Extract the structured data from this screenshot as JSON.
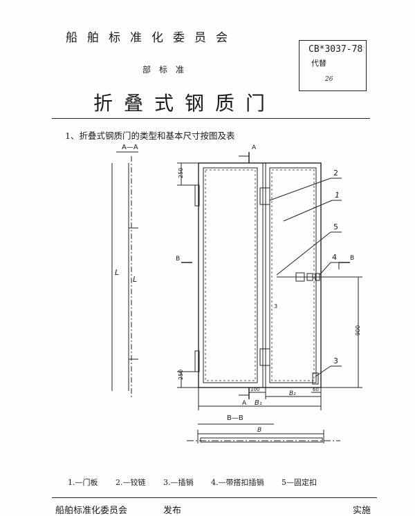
{
  "header": {
    "organization": "船舶标准化委员会",
    "standard_code": "CB*3037-78",
    "replaces": "代替",
    "classification": "26",
    "subtitle": "部标准",
    "title": "折叠式钢质门"
  },
  "intro": "1、折叠式钢质门的类型和基本尺寸按图及表",
  "drawing": {
    "section_aa": "A—A",
    "section_bb": "B—B",
    "label_A": "A",
    "label_B": "B",
    "label_L": "L",
    "dim_250_top": "250",
    "dim_250_bottom": "250",
    "dim_900": "900",
    "dim_B1": "B₁",
    "dim_B2": "B₂",
    "dim_100": "100",
    "dim_60": "60",
    "dim_3": "3",
    "part_1": "1",
    "part_2": "2",
    "part_3": "3",
    "part_4": "4",
    "part_5": "5"
  },
  "legend": [
    "1.—门板",
    "2.—铰链",
    "3.—插销",
    "4.—带搭扣插销",
    "5—固定扣"
  ],
  "footer": {
    "issuer": "船舶标准化委员会",
    "action": "发布",
    "implement": "实施"
  }
}
